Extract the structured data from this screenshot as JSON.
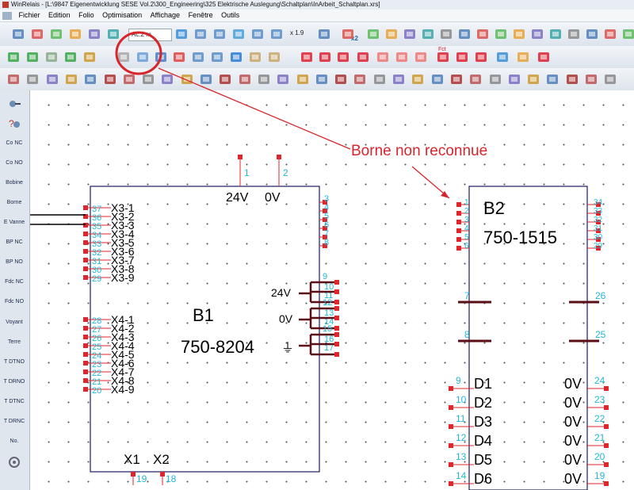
{
  "window": {
    "title": "WinRelais - [L:\\9847 Eigenentwicklung SESE Vol.2\\300_Engineering\\325  Elektrische Auslegung\\Schaltplan\\InArbeit_Schaltplan.xrs]"
  },
  "menu": [
    "Fichier",
    "Edition",
    "Folio",
    "Optimisation",
    "Affichage",
    "Fenêtre",
    "Outils"
  ],
  "toolbar": {
    "layer_combo": "Ac.2 m",
    "zoom_combo": "x 1.9",
    "x2_label": "x2",
    "fct_label": "Fct"
  },
  "sidebar": [
    "Co NC",
    "Co NO",
    "Bobine",
    "Borne",
    "E Vanne",
    "BP NC",
    "BP NO",
    "Fdc NC",
    "Fdc NO",
    "Voyant",
    "Terre",
    "T DTNO",
    "T DRNO",
    "T DTNC",
    "T DRNC",
    "No."
  ],
  "annotation": {
    "text": "Borne non reconnue",
    "color": "#d6262b"
  },
  "b1": {
    "name": "B1",
    "ref": "750-8204",
    "top_pins": [
      "1",
      "2"
    ],
    "top_labels": [
      "24V",
      "0V"
    ],
    "bottom_pins": [
      "19",
      "18"
    ],
    "bottom_labels": [
      "X1",
      "X2"
    ],
    "x3_pins": [
      "37",
      "36",
      "35",
      "34",
      "33",
      "32",
      "31",
      "30",
      "29"
    ],
    "x3_labels": [
      "X3-1",
      "X3-2",
      "X3-3",
      "X3-4",
      "X3-5",
      "X3-6",
      "X3-7",
      "X3-8",
      "X3-9"
    ],
    "x4_pins": [
      "28",
      "27",
      "26",
      "25",
      "24",
      "23",
      "22",
      "21",
      "20"
    ],
    "x4_labels": [
      "X4-1",
      "X4-2",
      "X4-3",
      "X4-4",
      "X4-5",
      "X4-6",
      "X4-7",
      "X4-8",
      "X4-9"
    ],
    "right_pins_top": [
      "3",
      "4",
      "5",
      "6",
      "7",
      "8"
    ],
    "right_groups": [
      {
        "label": "24V",
        "pins": [
          "9",
          "10",
          "11"
        ]
      },
      {
        "label": "0V",
        "pins": [
          "12",
          "13",
          "14"
        ]
      },
      {
        "label": "⏚",
        "pins": [
          "15",
          "16",
          "17"
        ]
      }
    ]
  },
  "b2": {
    "name": "B2",
    "ref": "750-1515",
    "left_top_pins": [
      "1",
      "2",
      "3",
      "4",
      "5",
      "6"
    ],
    "right_top_pins": [
      "34",
      "33",
      "32",
      "31",
      "30",
      "29"
    ],
    "left_mid": [
      "7",
      "8"
    ],
    "right_mid": [
      "26",
      "25"
    ],
    "left_pins": [
      "9",
      "10",
      "11",
      "12",
      "13",
      "14"
    ],
    "left_labels": [
      "D1",
      "D2",
      "D3",
      "D4",
      "D5",
      "D6"
    ],
    "right_pins": [
      "24",
      "23",
      "22",
      "21",
      "20",
      "19"
    ],
    "right_labels": [
      "0V",
      "0V",
      "0V",
      "0V",
      "0V",
      "0V"
    ]
  }
}
